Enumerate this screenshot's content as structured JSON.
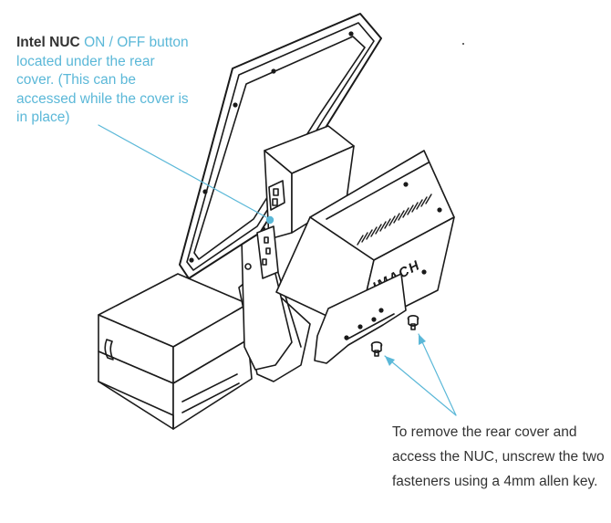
{
  "callouts": {
    "nuc": {
      "title": "Intel NUC",
      "onoff": "ON / OFF",
      "text": "button located under the rear cover. (This can be accessed while the cover is in place)"
    },
    "cover": {
      "text": "To remove the rear cover and access the NUC, unscrew the two fasteners using a 4mm allen key."
    }
  },
  "device": {
    "brand_mark": "IMACH"
  },
  "colors": {
    "line": "#1a1a1a",
    "accent": "#5bb8d8",
    "text": "#333333"
  }
}
